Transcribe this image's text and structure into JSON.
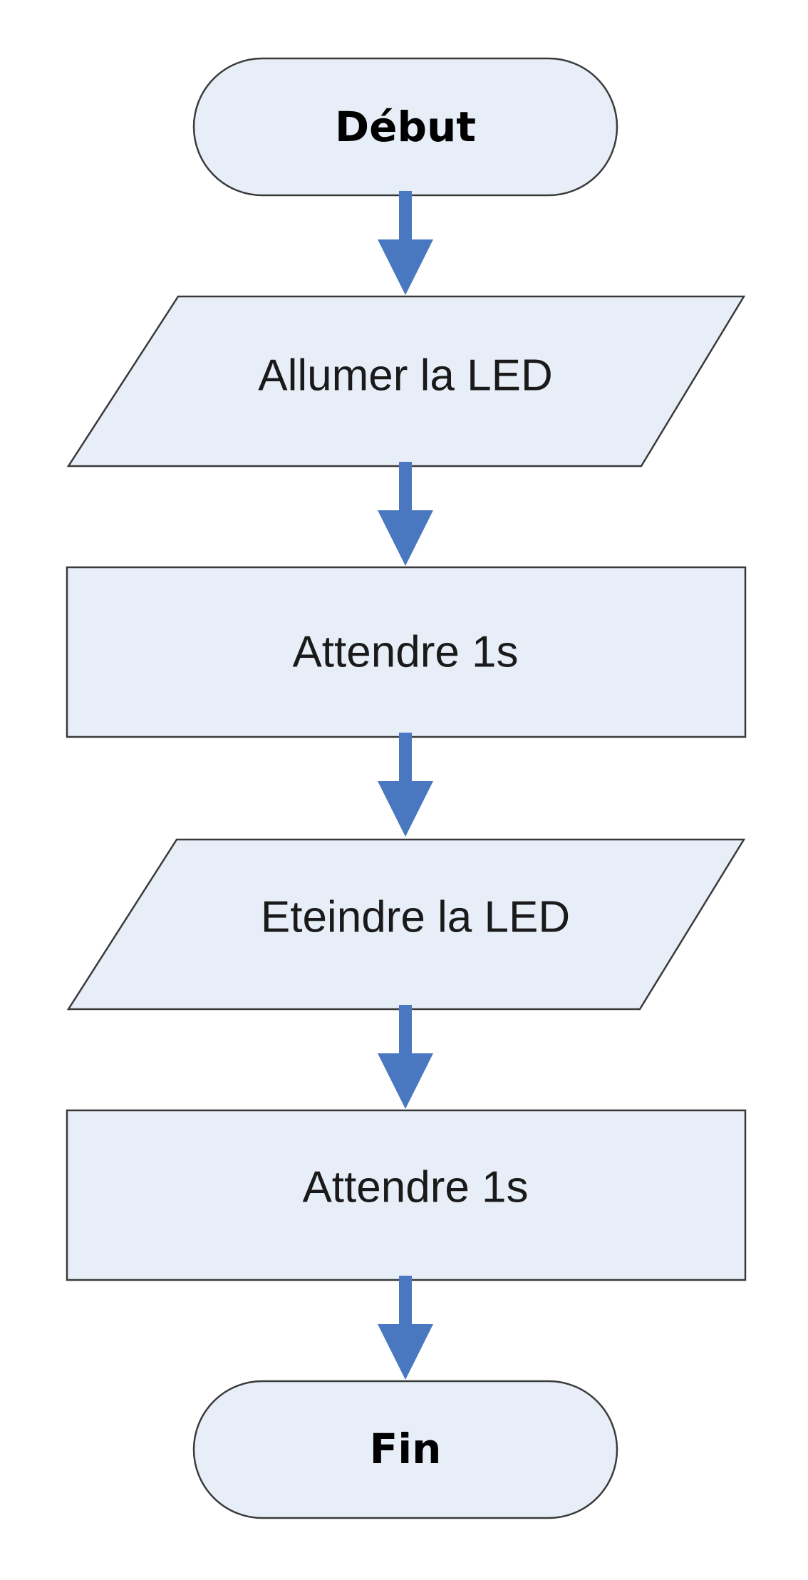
{
  "diagram": {
    "type": "flowchart",
    "colors": {
      "node_fill": "#e8eef8",
      "node_stroke": "#3a3a3a",
      "arrow": "#4a78c0"
    },
    "nodes": [
      {
        "id": "start",
        "shape": "terminal",
        "label": "Début"
      },
      {
        "id": "led-on",
        "shape": "parallelogram",
        "label": "Allumer la LED"
      },
      {
        "id": "wait-1",
        "shape": "rectangle",
        "label": "Attendre 1s"
      },
      {
        "id": "led-off",
        "shape": "parallelogram",
        "label": "Eteindre la LED"
      },
      {
        "id": "wait-2",
        "shape": "rectangle",
        "label": "Attendre 1s"
      },
      {
        "id": "end",
        "shape": "terminal",
        "label": "Fin"
      }
    ],
    "edges": [
      {
        "from": "start",
        "to": "led-on"
      },
      {
        "from": "led-on",
        "to": "wait-1"
      },
      {
        "from": "wait-1",
        "to": "led-off"
      },
      {
        "from": "led-off",
        "to": "wait-2"
      },
      {
        "from": "wait-2",
        "to": "end"
      }
    ]
  }
}
